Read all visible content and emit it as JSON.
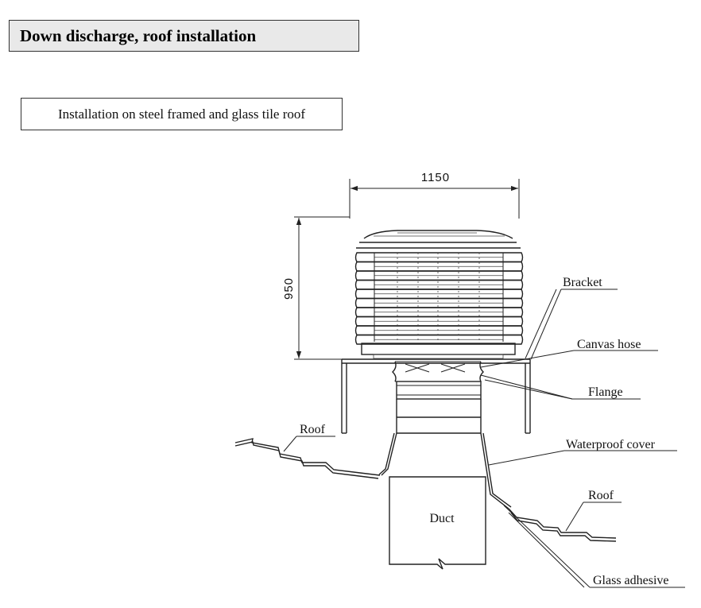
{
  "title": "Down discharge, roof installation",
  "subtitle": "Installation on steel framed and glass tile roof",
  "dimensions": {
    "width": "1150",
    "height": "950"
  },
  "labels": {
    "bracket": "Bracket",
    "canvas_hose": "Canvas hose",
    "flange": "Flange",
    "roof_left": "Roof",
    "waterproof_cover": "Waterproof cover",
    "roof_right": "Roof",
    "duct": "Duct",
    "glass_adhesive": "Glass adhesive"
  }
}
